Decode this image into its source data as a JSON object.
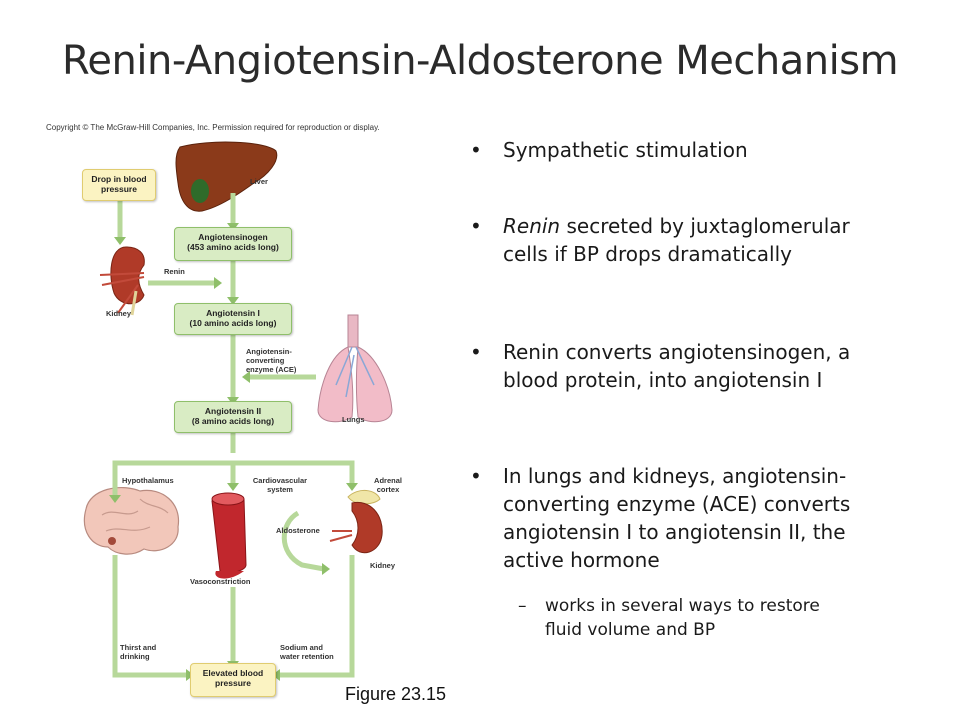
{
  "slide": {
    "title": "Renin-Angiotensin-Aldosterone Mechanism",
    "copyright": "Copyright © The McGraw-Hill Companies, Inc. Permission required for reproduction or display.",
    "figure_label": "Figure 23.15"
  },
  "diagram": {
    "boxes": {
      "drop_bp_1": "Drop in blood",
      "drop_bp_2": "pressure",
      "angiotensinogen_1": "Angiotensinogen",
      "angiotensinogen_2": "(453 amino acids long)",
      "angiotensin1_1": "Angiotensin I",
      "angiotensin1_2": "(10 amino acids long)",
      "angiotensin2_1": "Angiotensin II",
      "angiotensin2_2": "(8 amino acids long)",
      "elevated_bp_1": "Elevated blood",
      "elevated_bp_2": "pressure"
    },
    "labels": {
      "liver": "Liver",
      "kidney_top": "Kidney",
      "renin": "Renin",
      "ace_1": "Angiotensin-",
      "ace_2": "converting",
      "ace_3": "enzyme (ACE)",
      "lungs": "Lungs",
      "hypothalamus": "Hypothalamus",
      "cardio_1": "Cardiovascular",
      "cardio_2": "system",
      "adrenal_1": "Adrenal",
      "adrenal_2": "cortex",
      "aldosterone": "Aldosterone",
      "kidney_bottom": "Kidney",
      "vasoconstriction": "Vasoconstriction",
      "thirst_1": "Thirst and",
      "thirst_2": "drinking",
      "sodium_1": "Sodium and",
      "sodium_2": "water retention"
    }
  },
  "bullets": {
    "b1": "Sympathetic stimulation",
    "b2_em": "Renin",
    "b2_rest_1": " secreted by juxtaglomerular",
    "b2_rest_2": "cells if BP drops dramatically",
    "b3_1": "Renin converts angiotensinogen, a",
    "b3_2": "blood protein, into angiotensin I",
    "b4_1": "In lungs and kidneys, angiotensin-",
    "b4_2": "converting enzyme (ACE) converts",
    "b4_3": "angiotensin I  to angiotensin II, the",
    "b4_4": "active hormone",
    "sub_1": "works in several ways to restore",
    "sub_2": "fluid volume and BP"
  }
}
